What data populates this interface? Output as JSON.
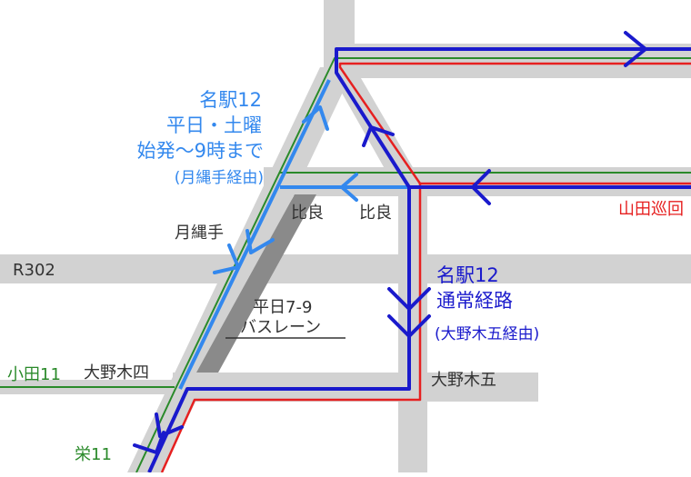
{
  "colors": {
    "road": "#d2d2d2",
    "road_dark": "#8a8a8a",
    "blue_route": "#1a1acc",
    "light_blue_route": "#3388ee",
    "red_route": "#e62020",
    "green_route": "#2a8a2a",
    "label_gray": "#333333"
  },
  "roads": {
    "r302": "R302"
  },
  "stops": {
    "tsukinawate": "月縄手",
    "hira_left": "比良",
    "hira_right": "比良",
    "onogi_4": "大野木四",
    "onogi_5": "大野木五"
  },
  "routes": {
    "meieki12_weekday": {
      "line1": "名駅12",
      "line2": "平日・土曜",
      "line3": "始発〜9時まで",
      "line4": "(月縄手経由)"
    },
    "meieki12_normal": {
      "line1": "名駅12",
      "line2": "通常経路",
      "line3": "(大野木五経由)"
    },
    "yamada_loop": "山田巡回",
    "oda11": "小田11",
    "sakae11": "栄11"
  },
  "bus_lane": {
    "line1": "平日7-9",
    "line2": "バスレーン"
  }
}
